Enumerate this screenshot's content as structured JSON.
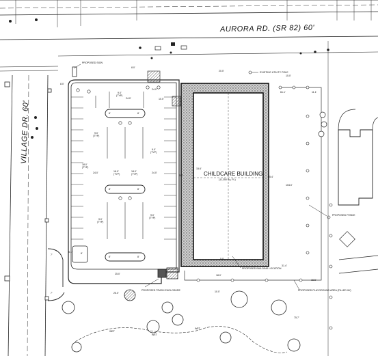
{
  "roads": {
    "top_label": "AURORA RD. (SR 82) 60'",
    "left_label": "VILLAGE DR. 60'"
  },
  "building": {
    "title": "CHILDCARE BUILDING",
    "area": "(11,350 Sq. Ft.)"
  },
  "callouts": {
    "proposed_sign": "PROPOSED SIGN",
    "existing_utility_pole": "EXISTING UTILITY POLE",
    "proposed_fence": "PROPOSED FENCE",
    "proposed_building_location": "PROPOSED BUILDING LOCATION",
    "proposed_trash_enclosure": "PROPOSED TRASH ENCLOSURE",
    "proposed_playground_area": "PROPOSED PLAYGROUND AREA (FILLED W/)"
  },
  "dimensions": {
    "d_20_0": "20.0'",
    "d_15_0": "15.0'",
    "d_8_0": "8.0'",
    "d_9_0": "9.0'",
    "d_24_0": "24.0'",
    "d_18_0": "18.0'",
    "d_10_0": "10.0'",
    "d_25_0": "25.0'",
    "d_104_0": "104.0'",
    "d_5_0": "5.0'",
    "d_11_1": "11.1'",
    "d_61_1": "61.1'",
    "d_55_4": "55.4'",
    "d_31_4": "31.4'",
    "d_15_6": "15.6'",
    "d_16_5": "16.5'",
    "d_75_7": "75.7'",
    "typ": "(TYP)",
    "r_80": "8.0'",
    "r_8": "8'",
    "r_7": "7'",
    "r_8_1": "8.1'"
  },
  "ground_labels": {
    "wet": "WET"
  }
}
